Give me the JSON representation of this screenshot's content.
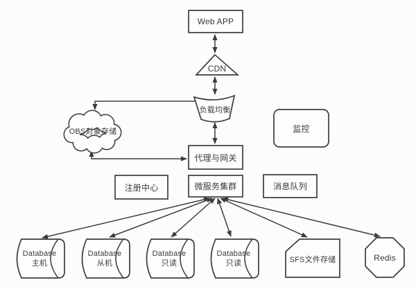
{
  "diagram": {
    "type": "architecture-flowchart",
    "colors": {
      "background": "#fcfcfc",
      "stroke": "#3c3c3c",
      "node_fill": "#fdfdfd",
      "text": "#3a3a3a"
    },
    "nodes": {
      "web_app": {
        "label": "Web APP",
        "shape": "rectangle"
      },
      "cdn": {
        "label": "CDN",
        "shape": "triangle"
      },
      "load_balancer": {
        "label": "负载均衡",
        "shape": "curved-trapezoid"
      },
      "obs": {
        "label": "OBS对象存储",
        "shape": "cloud"
      },
      "monitor": {
        "label": "监控",
        "shape": "rounded-rectangle"
      },
      "gateway": {
        "label": "代理与网关",
        "shape": "rectangle"
      },
      "registry": {
        "label": "注册中心",
        "shape": "rectangle"
      },
      "microservices": {
        "label": "微服务集群",
        "shape": "rectangle"
      },
      "mq": {
        "label": "消息队列",
        "shape": "rectangle"
      },
      "db_master": {
        "line1": "Database",
        "line2": "主机",
        "shape": "horizontal-cylinder"
      },
      "db_slave": {
        "line1": "Database",
        "line2": "从机",
        "shape": "horizontal-cylinder"
      },
      "db_readonly_1": {
        "line1": "Database",
        "line2": "只读",
        "shape": "horizontal-cylinder"
      },
      "db_readonly_2": {
        "line1": "Database",
        "line2": "只读",
        "shape": "horizontal-cylinder"
      },
      "sfs": {
        "label": "SFS文件存储",
        "shape": "cut-corner-rectangle"
      },
      "redis": {
        "label": "Redis",
        "shape": "octagon"
      }
    },
    "edges": [
      {
        "from": "web_app",
        "to": "cdn",
        "arrows": "both"
      },
      {
        "from": "cdn",
        "to": "load_balancer",
        "arrows": "both"
      },
      {
        "from": "load_balancer",
        "to": "gateway",
        "arrows": "both"
      },
      {
        "from": "load_balancer",
        "to": "obs",
        "arrows": "end"
      },
      {
        "from": "obs",
        "to": "gateway",
        "arrows": "both"
      },
      {
        "from": "microservices",
        "to": "db_master",
        "arrows": "both"
      },
      {
        "from": "microservices",
        "to": "db_slave",
        "arrows": "both"
      },
      {
        "from": "microservices",
        "to": "db_readonly_1",
        "arrows": "both"
      },
      {
        "from": "microservices",
        "to": "db_readonly_2",
        "arrows": "both"
      },
      {
        "from": "microservices",
        "to": "sfs",
        "arrows": "both"
      },
      {
        "from": "microservices",
        "to": "redis",
        "arrows": "both"
      }
    ]
  }
}
